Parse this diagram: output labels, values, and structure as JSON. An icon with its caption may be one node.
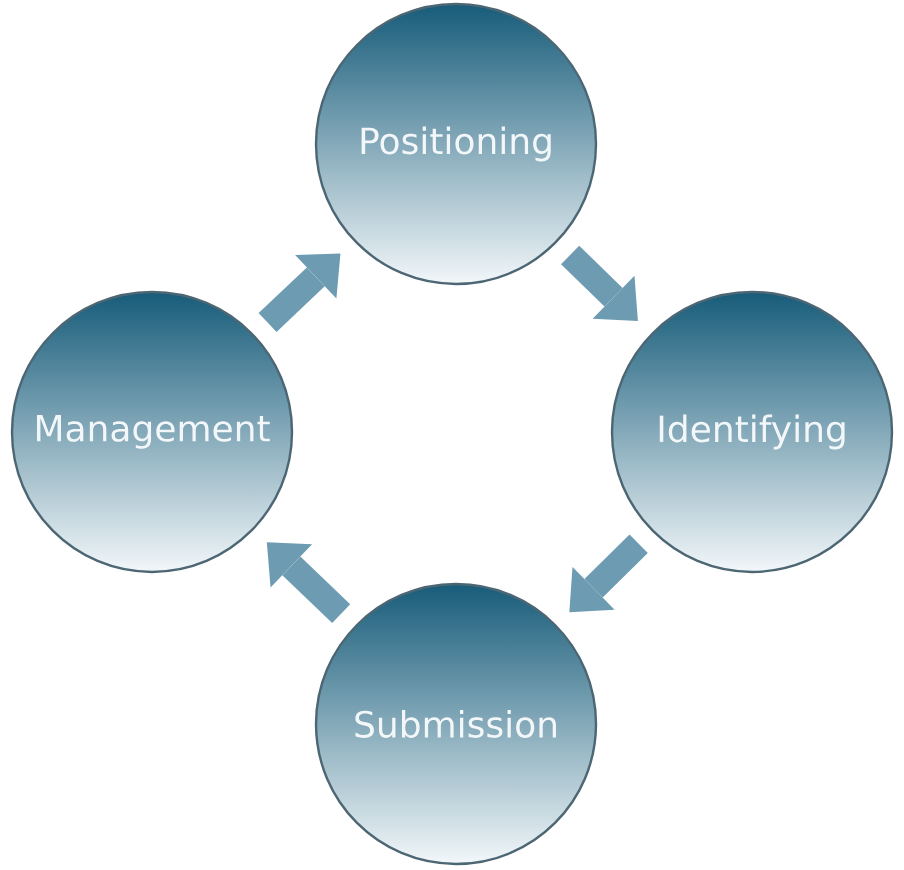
{
  "diagram": {
    "nodes": [
      {
        "text": [
          "Positioning"
        ]
      },
      {
        "text": [
          "Management"
        ]
      },
      {
        "text": [
          "Identifying"
        ]
      },
      {
        "text": [
          "Submission"
        ]
      }
    ],
    "edges": [
      {
        "from": 1,
        "to": 0,
        "arrow": "to"
      },
      {
        "from": 0,
        "to": 2,
        "arrow": "to"
      },
      {
        "from": 2,
        "to": 3,
        "arrow": "to"
      },
      {
        "from": 3,
        "to": 1,
        "arrow": "to"
      }
    ]
  }
}
